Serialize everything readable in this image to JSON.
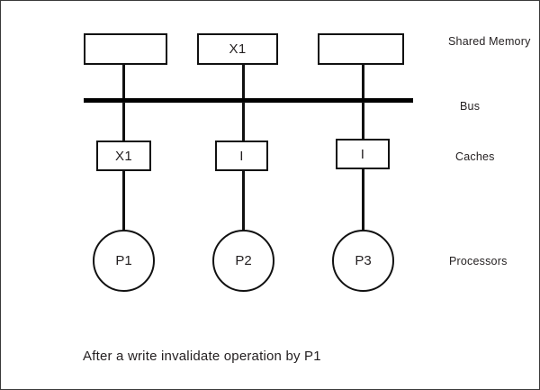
{
  "diagram": {
    "caption": "After a write invalidate operation by P1",
    "side_labels": [
      {
        "name": "shared-memory",
        "text": "Shared Memory"
      },
      {
        "name": "bus",
        "text": "Bus"
      },
      {
        "name": "caches",
        "text": "Caches"
      },
      {
        "name": "processors",
        "text": "Processors"
      }
    ],
    "memory_blocks": [
      {
        "name": "memory-block-1",
        "text": ""
      },
      {
        "name": "memory-block-2",
        "text": "X1"
      },
      {
        "name": "memory-block-3",
        "text": ""
      }
    ],
    "caches": [
      {
        "name": "cache-p1",
        "text": "X1"
      },
      {
        "name": "cache-p2",
        "text": "I"
      },
      {
        "name": "cache-p3",
        "text": "I"
      }
    ],
    "processors": [
      {
        "name": "processor-p1",
        "text": "P1"
      },
      {
        "name": "processor-p2",
        "text": "P2"
      },
      {
        "name": "processor-p3",
        "text": "P3"
      }
    ],
    "colors": {
      "stroke": "#111111",
      "bus": "#000000",
      "text": "#231f20",
      "background": "#ffffff",
      "frame": "#3a3a3a"
    }
  }
}
